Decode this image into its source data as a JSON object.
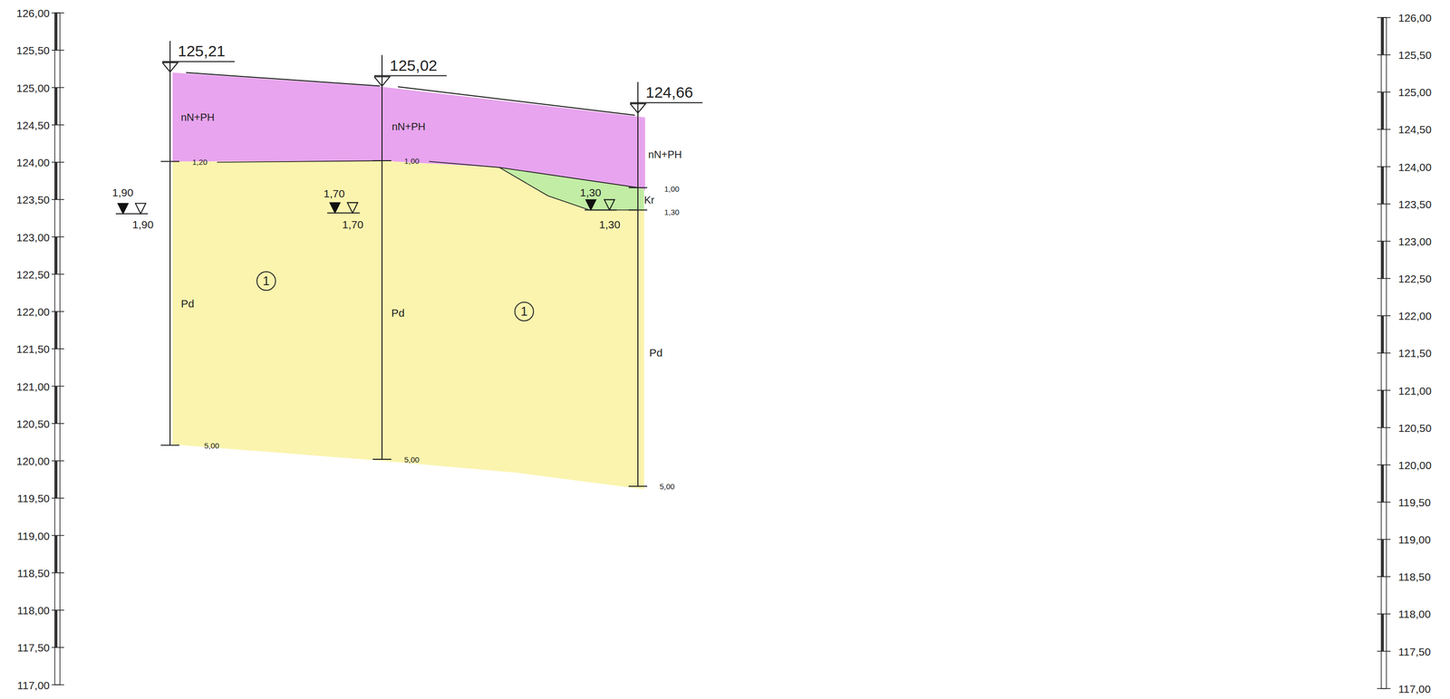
{
  "diagram": {
    "nodes": [
      {
        "text": [
          "1"
        ]
      },
      {
        "text": [
          "1"
        ]
      }
    ],
    "labels": [
      "126,00",
      "125,50",
      "125,00",
      "124,50",
      "124,00",
      "123,50",
      "123,00",
      "122,50",
      "122,00",
      "121,50",
      "121,00",
      "120,50",
      "120,00",
      "119,50",
      "119,00",
      "118,50",
      "118,00",
      "117,50",
      "117,00",
      "126,00",
      "125,50",
      "125,00",
      "124,50",
      "124,00",
      "123,50",
      "123,00",
      "122,50",
      "122,00",
      "121,50",
      "121,00",
      "120,50",
      "120,00",
      "119,50",
      "119,00",
      "118,50",
      "118,00",
      "117,50",
      "117,00",
      "125,21",
      "125,02",
      "124,66",
      "nN+PH",
      "nN+PH",
      "nN+PH",
      "1,20",
      "5,00",
      "1,00",
      "5,00",
      "1,00",
      "1,30",
      "5,00",
      "1,90",
      "1,90",
      "1,70",
      "1,70",
      "1,30",
      "1,30",
      "Kr",
      "Pd",
      "Pd",
      "Pd"
    ]
  }
}
